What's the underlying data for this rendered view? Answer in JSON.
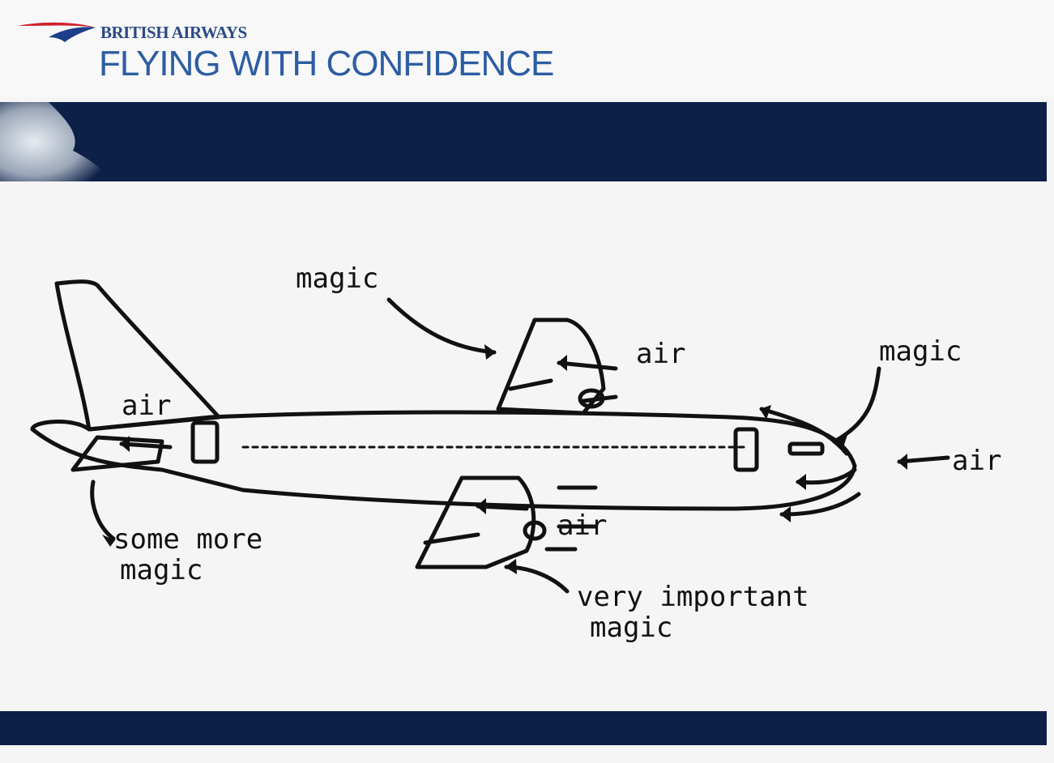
{
  "header": {
    "brand": "BRITISH AIRWAYS",
    "title": "FLYING WITH CONFIDENCE"
  },
  "icons": {
    "logo": "speedmarque-logo-icon",
    "airplane": "airplane-sketch-icon"
  },
  "colors": {
    "band": "#0d2047",
    "brand_blue": "#2b4a86",
    "title_blue": "#2d5da3",
    "logo_red": "#d21e2b",
    "logo_blue": "#1d3f8a",
    "ink": "#111111"
  },
  "diagram": {
    "labels": {
      "magic_wing": "magic",
      "air_wing": "air",
      "magic_nose": "magic",
      "air_nose": "air",
      "air_tail": "air",
      "some_more_magic_1": "some more",
      "some_more_magic_2": "magic",
      "air_lower_wing": "air",
      "very_important_magic_1": "very important",
      "very_important_magic_2": "magic"
    }
  }
}
